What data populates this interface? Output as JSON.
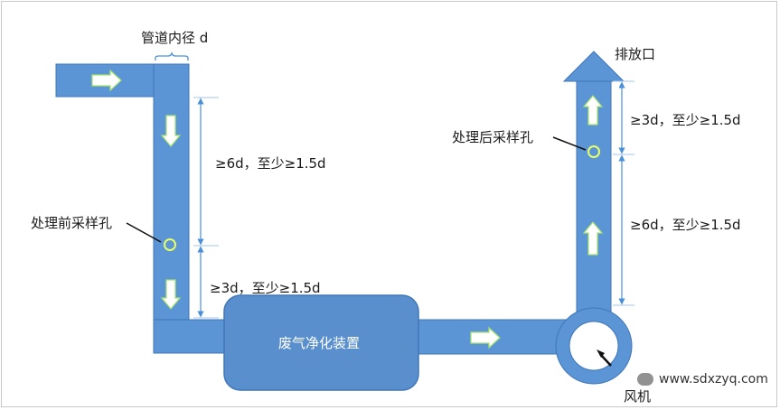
{
  "labels": {
    "pipe_diameter": "管道内径 d",
    "outlet": "排放口",
    "pre_sample": "处理前采样孔",
    "post_sample": "处理后采样孔",
    "dist_pre_upper": "≥6d，至少≥1.5d",
    "dist_pre_lower": "≥3d，至少≥1.5d",
    "dist_post_upper": "≥3d，至少≥1.5d",
    "dist_post_lower": "≥6d，至少≥1.5d",
    "device": "废气净化装置",
    "fan": "风机"
  },
  "watermark": {
    "text": "www.sdxzyq.com"
  },
  "colors": {
    "pipe_fill": "#5b95d6",
    "pipe_border": "#3f76b8",
    "device_fill": "#5a8fce",
    "arrow_fill": "#ffffff",
    "arrow_stroke": "#b8f07a",
    "dim_line": "#4a90d9",
    "sample_ring": "#e6ff66"
  },
  "icons": [
    "flow-arrow-icon",
    "sample-port-icon",
    "fan-icon",
    "dimension-arrow-icon",
    "outlet-arrow-icon"
  ]
}
